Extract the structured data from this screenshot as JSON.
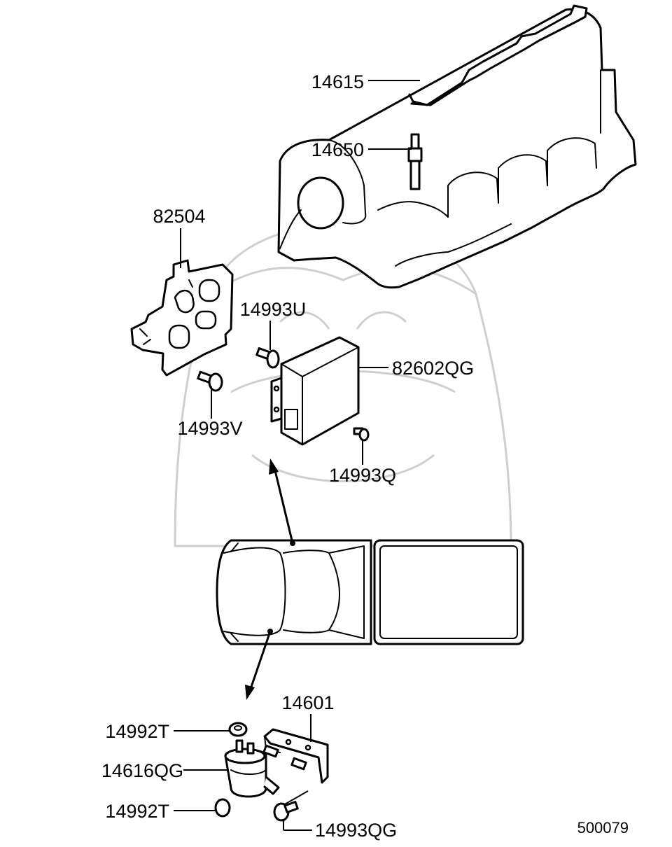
{
  "diagram": {
    "reference_number": "500079",
    "parts": [
      {
        "part_no": "14615"
      },
      {
        "part_no": "14650"
      },
      {
        "part_no": "82504"
      },
      {
        "part_no": "14993U"
      },
      {
        "part_no": "82602QG"
      },
      {
        "part_no": "14993V"
      },
      {
        "part_no": "14993Q"
      },
      {
        "part_no": "14601"
      },
      {
        "part_no": "14992T"
      },
      {
        "part_no": "14616QG"
      },
      {
        "part_no": "14992T"
      },
      {
        "part_no": "14993QG"
      }
    ]
  }
}
